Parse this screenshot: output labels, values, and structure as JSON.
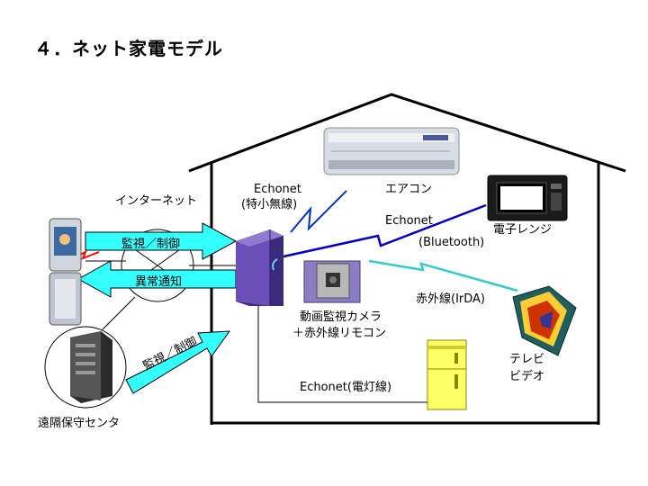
{
  "title": "４．ネット家電モデル",
  "labels": {
    "internet": "インターネット",
    "echonet_radio_1": "Echonet",
    "echonet_radio_2": "(特小無線)",
    "aircon": "エアコン",
    "echonet_bt_1": "Echonet",
    "echonet_bt_2": "(Bluetooth)",
    "microwave": "電子レンジ",
    "infrared": "赤外線(IrDA)",
    "camera_1": "動画監視カメラ",
    "camera_2": "＋赤外線リモコン",
    "tv_1": "テレビ",
    "tv_2": "ビデオ",
    "echonet_power": "Echonet(電灯線)",
    "remote_center": "遠隔保守センタ"
  },
  "arrows": {
    "monitor_control_top": "監視／制御",
    "anomaly_notice": "異常通知",
    "monitor_control_diag": "監視／制御"
  },
  "colors": {
    "arrow_fill": "#33ffff",
    "bluetooth_line": "#0000cc",
    "infrared_line": "#33cccc",
    "radio_line": "#0033cc",
    "gateway": "#5a3d9e",
    "fridge": "#ffff66"
  }
}
